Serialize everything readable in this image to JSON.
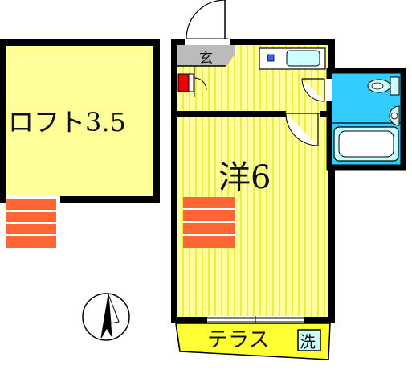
{
  "rooms": {
    "loft": {
      "label": "ロフト3.5"
    },
    "western": {
      "label": "洋6"
    },
    "entrance": {
      "label": "玄"
    },
    "terrace": {
      "label": "テラス"
    },
    "washer": {
      "label": "洗"
    }
  },
  "colors": {
    "room_fill": "#ffff99",
    "floor_stripe": "#d8d800",
    "wall": "#000000",
    "bath_fill": "#33ccff",
    "fixture_fill": "#ccffff",
    "ladder": "#ff6633",
    "terrace_fill": "#ffff33",
    "entrance_fill": "#bbbbbb",
    "red_box": "#ee0000"
  },
  "icons": {
    "compass": "north-arrow-icon",
    "toilet": "toilet-icon",
    "bathtub": "bathtub-icon",
    "sink": "kitchen-sink-icon",
    "washbasin": "washbasin-icon"
  }
}
